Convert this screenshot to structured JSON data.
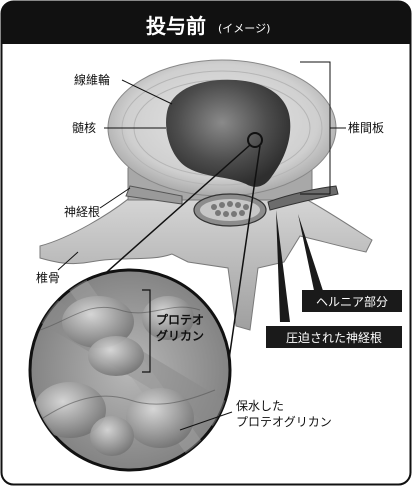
{
  "header": {
    "title": "投与前",
    "subtitle": "(イメージ)",
    "bg_color": "#111111"
  },
  "labels": {
    "annulus": "線維輪",
    "nucleus": "髄核",
    "intervertebral_disc": "椎間板",
    "nerve_root": "神経根",
    "vertebra": "椎骨",
    "proteoglycan_line1": "プロテオ",
    "proteoglycan_line2": "グリカン",
    "hydrated_line1": "保水した",
    "hydrated_line2": "プロテオグリカン"
  },
  "callouts": {
    "hernia": "ヘルニア部分",
    "compressed_nerve": "圧迫された神経根"
  },
  "colors": {
    "disc_annulus": "#cfcfcf",
    "nucleus": "#4d4d4d",
    "bone": "#bdbdbd",
    "magnifier_bg": "#9a9a9a",
    "callout_bg": "#1a1a1a"
  }
}
